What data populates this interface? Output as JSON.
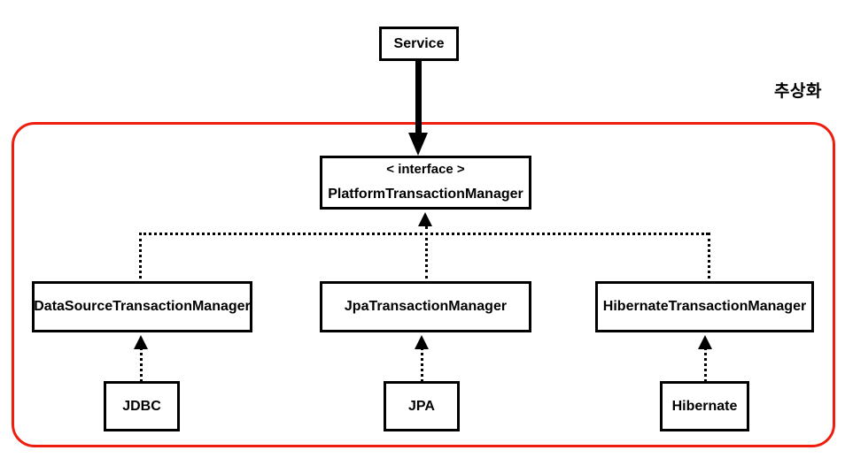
{
  "diagram": {
    "title_label": "추상화",
    "colors": {
      "boundary": "#f01d0e",
      "node_border": "#000000",
      "connector": "#000000",
      "background": "#ffffff"
    },
    "nodes": {
      "service": {
        "label": "Service"
      },
      "platform_transaction_manager": {
        "stereotype": "< interface >",
        "label": "PlatformTransactionManager"
      },
      "datasource_transaction_manager": {
        "label": "DataSourceTransactionManager"
      },
      "jpa_transaction_manager": {
        "label": "JpaTransactionManager"
      },
      "hibernate_transaction_manager": {
        "label": "HibernateTransactionManager"
      },
      "jdbc": {
        "label": "JDBC"
      },
      "jpa": {
        "label": "JPA"
      },
      "hibernate": {
        "label": "Hibernate"
      }
    },
    "connectors": [
      {
        "from": "service",
        "to": "platform_transaction_manager",
        "style": "solid",
        "arrow": "filled-down"
      },
      {
        "from": "datasource_transaction_manager",
        "to": "platform_transaction_manager",
        "style": "dotted",
        "arrow": "filled-up"
      },
      {
        "from": "jpa_transaction_manager",
        "to": "platform_transaction_manager",
        "style": "dotted",
        "arrow": "filled-up"
      },
      {
        "from": "hibernate_transaction_manager",
        "to": "platform_transaction_manager",
        "style": "dotted",
        "arrow": "filled-up"
      },
      {
        "from": "jdbc",
        "to": "datasource_transaction_manager",
        "style": "dotted",
        "arrow": "filled-up"
      },
      {
        "from": "jpa",
        "to": "jpa_transaction_manager",
        "style": "dotted",
        "arrow": "filled-up"
      },
      {
        "from": "hibernate",
        "to": "hibernate_transaction_manager",
        "style": "dotted",
        "arrow": "filled-up"
      }
    ]
  }
}
